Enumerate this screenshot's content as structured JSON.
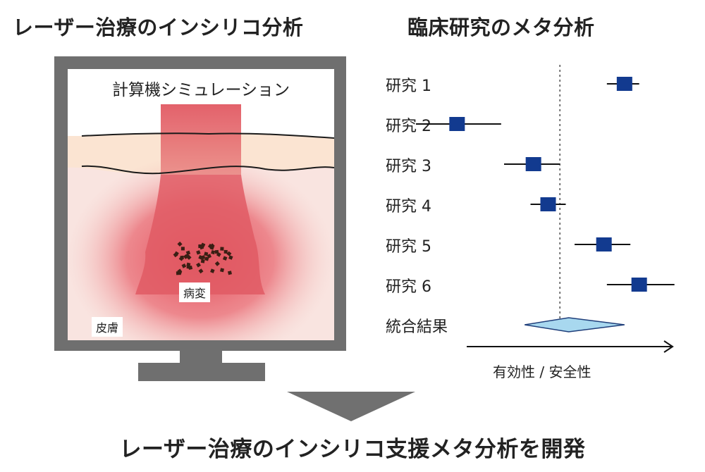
{
  "titles": {
    "left": "レーザー治療のインシリコ分析",
    "right": "臨床研究のメタ分析",
    "bottom": "レーザー治療のインシリコ支援メタ分析を開発"
  },
  "simulation": {
    "title": "計算機シミュレーション",
    "lesion_label": "病変",
    "skin_label": "皮膚"
  },
  "meta_analysis": {
    "studies": [
      {
        "label": "研究 1",
        "estimate": 9.5,
        "ci": [
          8.9,
          10.0
        ]
      },
      {
        "label": "研究 2",
        "estimate": 3.8,
        "ci": [
          2.4,
          5.3
        ]
      },
      {
        "label": "研究 3",
        "estimate": 6.4,
        "ci": [
          5.4,
          7.3
        ]
      },
      {
        "label": "研究 4",
        "estimate": 6.9,
        "ci": [
          6.3,
          7.5
        ]
      },
      {
        "label": "研究 5",
        "estimate": 8.8,
        "ci": [
          7.8,
          9.7
        ]
      },
      {
        "label": "研究 6",
        "estimate": 10.0,
        "ci": [
          8.9,
          11.2
        ]
      }
    ],
    "pooled": {
      "label": "統合結果",
      "estimate": 7.6,
      "ci": [
        6.1,
        9.5
      ]
    },
    "reference_value": 7.3,
    "x_range": [
      3.0,
      12.0
    ],
    "axis_label": "有効性 / 安全性",
    "colors": {
      "marker": "#123a8f",
      "pooled_fill": "#a8d8ef",
      "pooled_stroke": "#1f3e7a"
    }
  }
}
